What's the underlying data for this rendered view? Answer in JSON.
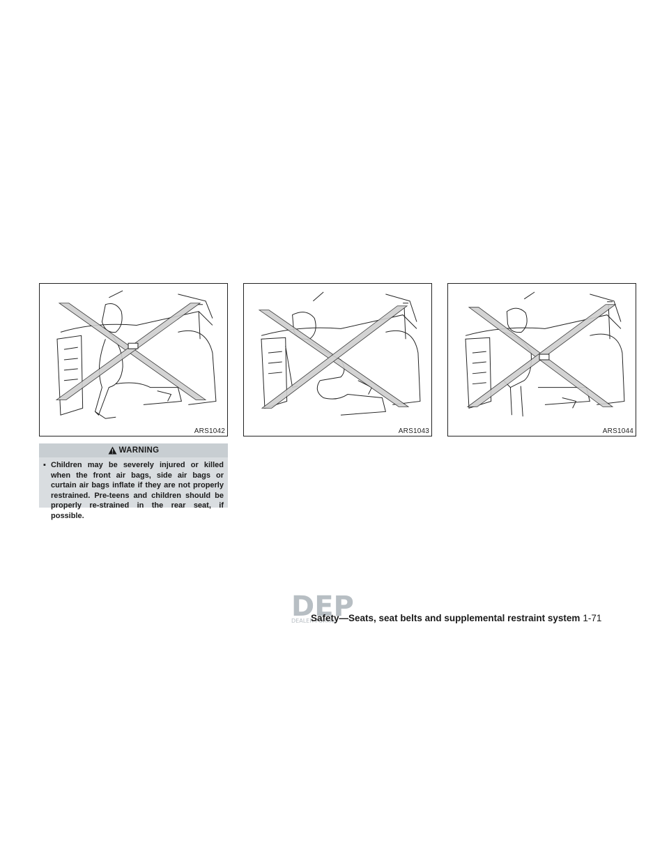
{
  "figures": [
    {
      "code": "ARS1042"
    },
    {
      "code": "ARS1043"
    },
    {
      "code": "ARS1044"
    }
  ],
  "warning": {
    "title": "WARNING",
    "icon": "warning-triangle-icon",
    "bullet": "▪",
    "items": [
      "Children may be severely injured or killed when the front air bags, side air bags or curtain air bags inflate if they are not properly restrained. Pre-teens and children should be properly re-strained in the rear seat, if possible."
    ]
  },
  "footer": {
    "section": "Safety—Seats, seat belts and supplemental restraint system",
    "page": "1-71"
  },
  "watermark": {
    "logo": "DEP",
    "subtext": "DEALER PORTAL"
  }
}
